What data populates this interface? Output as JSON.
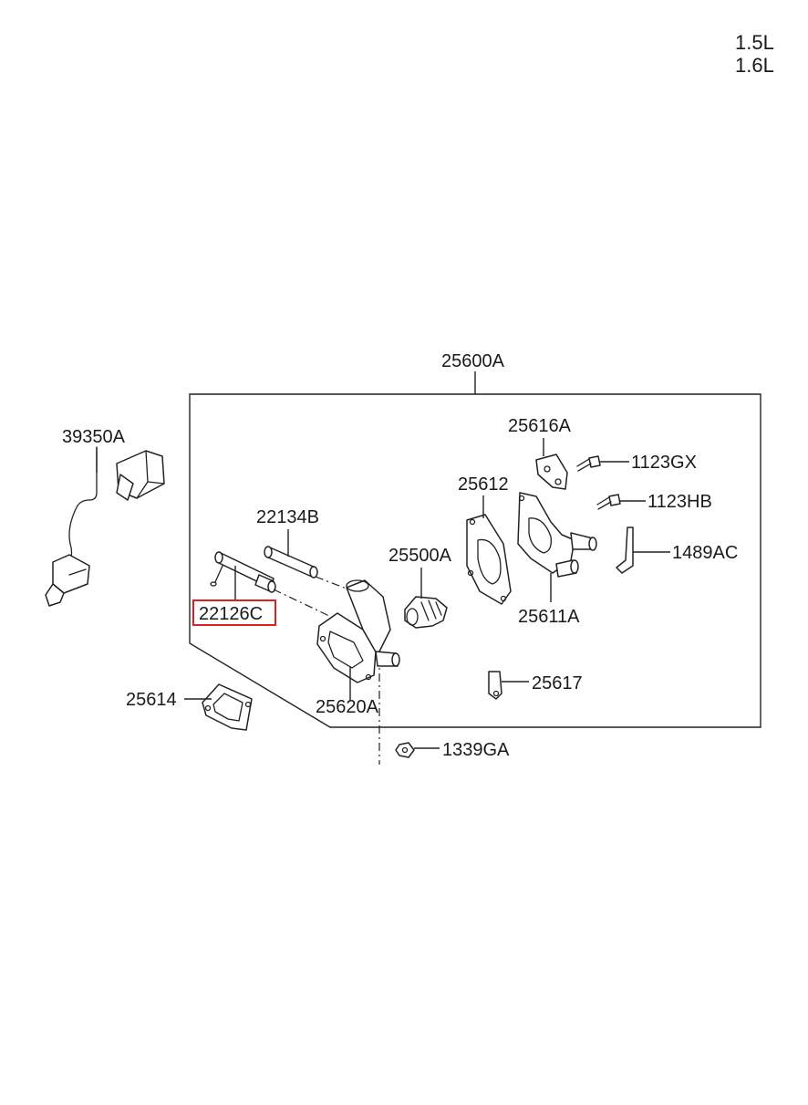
{
  "engine_variants": [
    "1.5L",
    "1.6L"
  ],
  "highlighted_part": "22126C",
  "parts": {
    "assembly": "25600A",
    "sensor": "39350A",
    "fitting_bracket": "25616A",
    "bolt_gx": "1123GX",
    "bolt_hb": "1123HB",
    "gasket_upper": "25612",
    "housing_outlet": "25611A",
    "clip": "1489AC",
    "thermostat": "25500A",
    "pipe_b": "22134B",
    "pipe_c": "22126C",
    "housing_inlet": "25620A",
    "gasket_lower": "25614",
    "clamp": "25617",
    "nut": "1339GA"
  },
  "colors": {
    "line": "#222222",
    "highlight": "#e02020"
  }
}
